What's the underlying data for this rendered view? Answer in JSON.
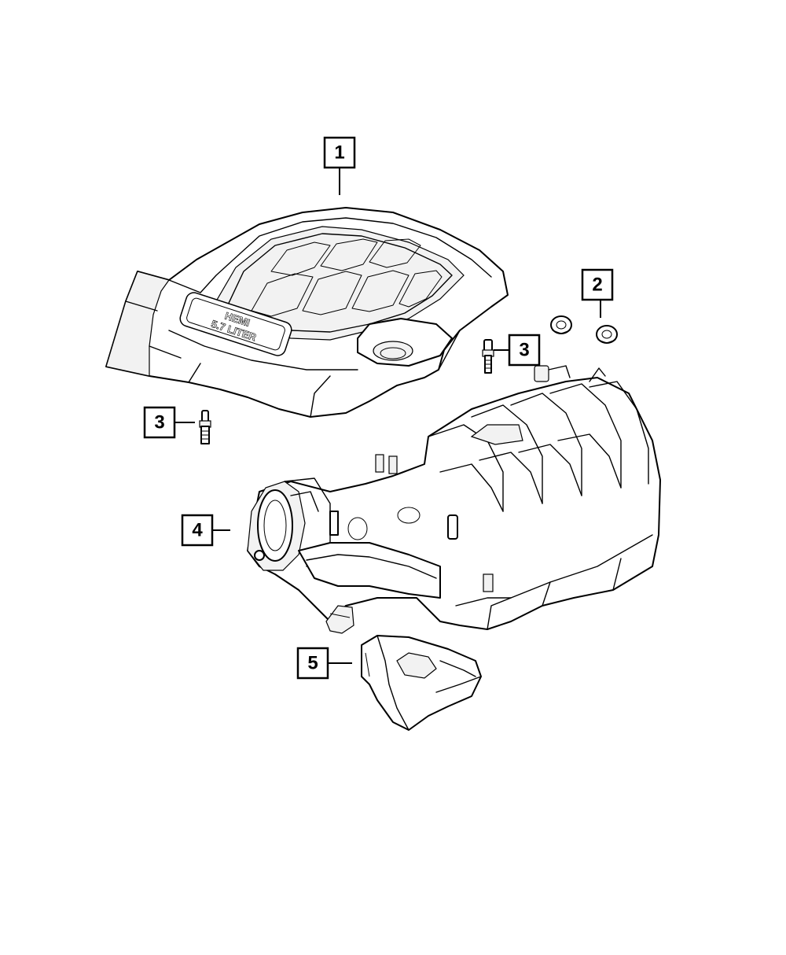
{
  "callouts": {
    "c1": "1",
    "c2": "2",
    "c3a": "3",
    "c3b": "3",
    "c4": "4",
    "c5": "5"
  },
  "logo": {
    "line1": "HEMI",
    "line2": "5.7 LITER"
  },
  "colors": {
    "line": "#000000",
    "background": "#ffffff"
  }
}
